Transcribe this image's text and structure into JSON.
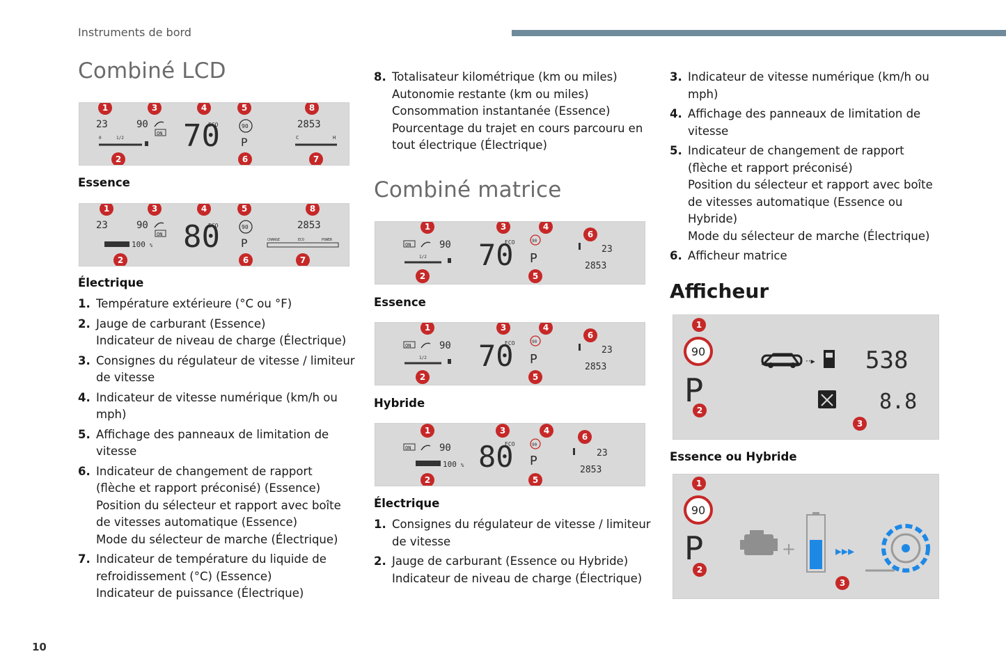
{
  "header": {
    "section": "Instruments de bord"
  },
  "page_number": "10",
  "col1": {
    "title": "Combiné LCD",
    "panel1": {
      "caption": "Essence",
      "temp": "23",
      "speed_limit": "90",
      "on": "ON",
      "speed": "70",
      "eco": "ECO",
      "sign": "90",
      "gear": "P",
      "odo": "2853",
      "half": "1/2",
      "zero": "0",
      "c": "C",
      "h": "H"
    },
    "panel2": {
      "caption": "Électrique",
      "temp": "23",
      "speed_limit": "90",
      "on": "ON",
      "speed": "80",
      "eco": "ECO",
      "sign": "90",
      "gear": "P",
      "odo": "2853",
      "charge_pct": "100",
      "pct_unit": "%",
      "charge": "CHARGE",
      "eco2": "ECO",
      "power": "POWER"
    },
    "items": [
      {
        "n": "1.",
        "lines": [
          "Température extérieure (°C ou °F)"
        ]
      },
      {
        "n": "2.",
        "lines": [
          "Jauge de carburant (Essence)",
          "Indicateur de niveau de charge (Électrique)"
        ]
      },
      {
        "n": "3.",
        "lines": [
          "Consignes du régulateur de vitesse / limiteur",
          "de vitesse"
        ]
      },
      {
        "n": "4.",
        "lines": [
          "Indicateur de vitesse numérique (km/h ou",
          "mph)"
        ]
      },
      {
        "n": "5.",
        "lines": [
          "Affichage des panneaux de limitation de",
          "vitesse"
        ]
      },
      {
        "n": "6.",
        "lines": [
          "Indicateur de changement de rapport",
          "(flèche et rapport préconisé) (Essence)",
          "Position du sélecteur et rapport avec boîte",
          "de vitesses automatique (Essence)",
          "Mode du sélecteur de marche (Électrique)"
        ]
      },
      {
        "n": "7.",
        "lines": [
          "Indicateur de température du liquide de",
          "refroidissement (°C) (Essence)",
          "Indicateur de puissance (Électrique)"
        ]
      }
    ]
  },
  "col2": {
    "item8": {
      "n": "8.",
      "lines": [
        "Totalisateur kilométrique (km ou miles)",
        "Autonomie restante (km ou miles)",
        "Consommation instantanée (Essence)",
        "Pourcentage du trajet en cours parcouru en",
        "tout électrique (Électrique)"
      ]
    },
    "title": "Combiné matrice",
    "panel1": {
      "caption": "Essence",
      "speed": "70",
      "gear": "P",
      "temp": "23",
      "odo": "2853",
      "speed_limit": "90",
      "on": "ON",
      "eco": "ECO",
      "sign": "90",
      "half": "1/2"
    },
    "panel2": {
      "caption": "Hybride",
      "speed": "70",
      "gear": "P",
      "temp": "23",
      "odo": "2853",
      "speed_limit": "90",
      "on": "ON",
      "eco": "ECO",
      "sign": "90",
      "half": "1/2"
    },
    "panel3": {
      "caption": "Électrique",
      "speed": "80",
      "gear": "P",
      "temp": "23",
      "odo": "2853",
      "speed_limit": "90",
      "on": "ON",
      "eco": "ECO",
      "sign": "90",
      "charge_pct": "100",
      "pct_unit": "%"
    },
    "items": [
      {
        "n": "1.",
        "lines": [
          "Consignes du régulateur de vitesse / limiteur",
          "de vitesse"
        ]
      },
      {
        "n": "2.",
        "lines": [
          "Jauge de carburant (Essence ou Hybride)",
          "Indicateur de niveau de charge (Électrique)"
        ]
      }
    ]
  },
  "col3": {
    "items": [
      {
        "n": "3.",
        "lines": [
          "Indicateur de vitesse numérique (km/h ou",
          "mph)"
        ]
      },
      {
        "n": "4.",
        "lines": [
          "Affichage des panneaux de limitation de",
          "vitesse"
        ]
      },
      {
        "n": "5.",
        "lines": [
          "Indicateur de changement de rapport",
          "(flèche et rapport préconisé)",
          "Position du sélecteur et rapport avec boîte",
          "de vitesses automatique (Essence ou",
          "Hybride)",
          "Mode du sélecteur de marche (Électrique)"
        ]
      },
      {
        "n": "6.",
        "lines": [
          "Afficheur matrice"
        ]
      }
    ],
    "title": "Afficheur",
    "panel1": {
      "caption": "Essence ou Hybride",
      "sign": "90",
      "gear": "P",
      "range": "538",
      "consumption": "8.8"
    },
    "panel2": {
      "sign": "90",
      "gear": "P"
    }
  },
  "marker_labels": [
    "1",
    "2",
    "3",
    "4",
    "5",
    "6",
    "7",
    "8"
  ],
  "colors": {
    "marker": "#c62828",
    "panel_bg": "#d9d9d9",
    "header_bar": "#6f8a9b",
    "title_gray": "#6b6b6b",
    "ev_blue": "#1e88e5"
  }
}
